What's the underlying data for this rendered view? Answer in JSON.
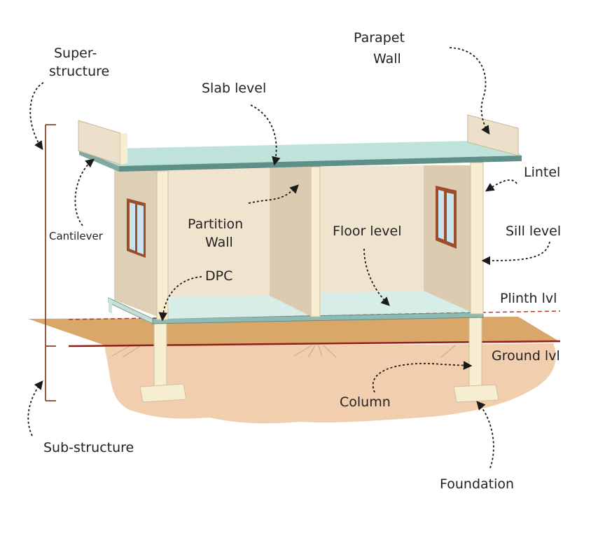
{
  "labels": {
    "superstructure_line1": "Super-",
    "superstructure_line2": "structure",
    "parapet_line1": "Parapet",
    "parapet_line2": "Wall",
    "slab_level": "Slab level",
    "lintel": "Lintel",
    "cantilever": "Cantilever",
    "partition_line1": "Partition",
    "partition_line2": "Wall",
    "floor_level": "Floor level",
    "sill_level": "Sill level",
    "dpc": "DPC",
    "plinth_level": "Plinth lvl",
    "ground_level": "Ground lvl",
    "column": "Column",
    "sub_structure": "Sub-structure",
    "foundation": "Foundation"
  },
  "colors": {
    "soil": "#f1cfae",
    "ground_band": "#d9a76a",
    "slab": "#bfe3da",
    "slab_edge": "#5e8f88",
    "wall": "#ede0ca",
    "wall_shade": "#d9c8ad",
    "column": "#f7edd0",
    "window_frame": "#9a4f2a",
    "window_glass": "#c9e4ef",
    "ground_line": "#8f1f1a",
    "plinth_line": "#b03a34",
    "bracket": "#8a4a2b"
  },
  "icons": {
    "arrow": "dashed-arrow-icon"
  }
}
